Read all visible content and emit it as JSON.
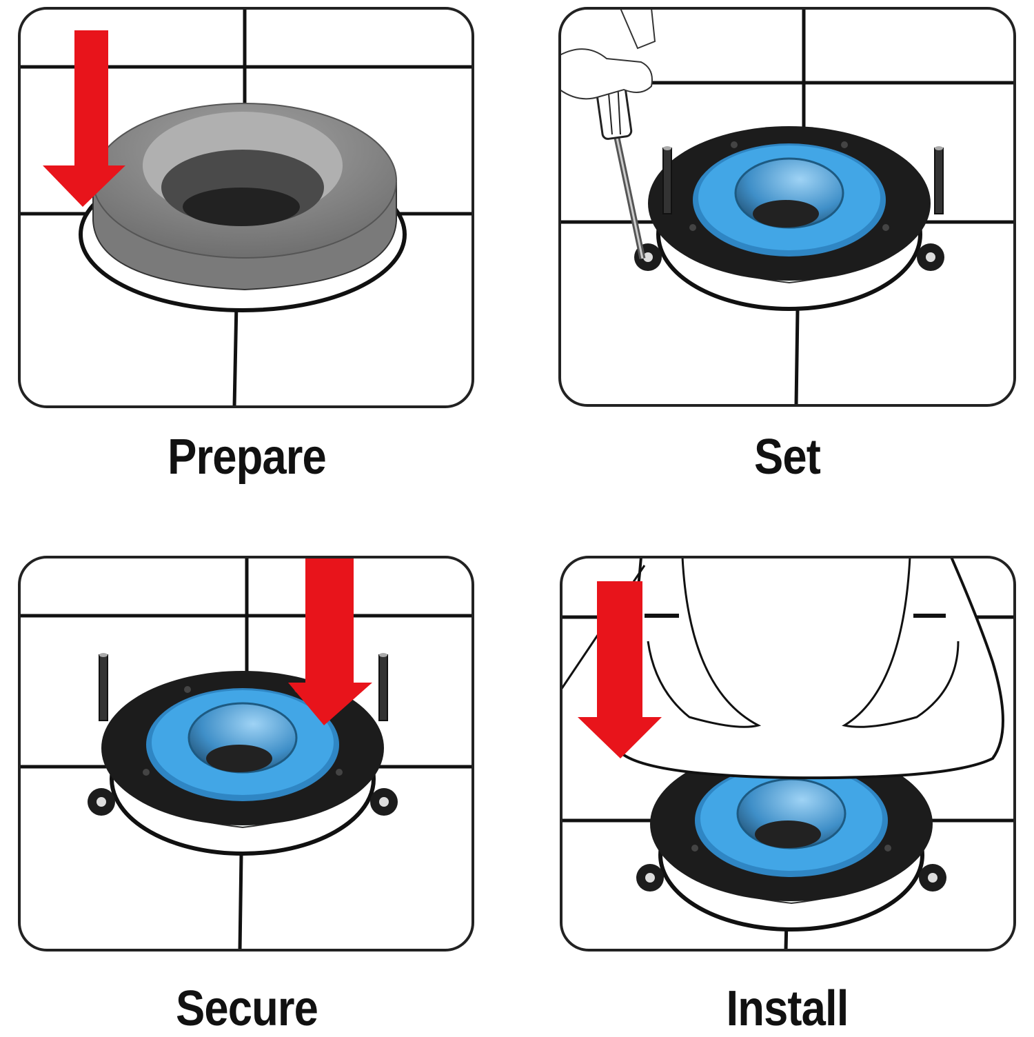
{
  "steps": [
    {
      "label": "Prepare",
      "icon": "wax-ring-placement"
    },
    {
      "label": "Set",
      "icon": "flange-screwdriver"
    },
    {
      "label": "Secure",
      "icon": "flange-press-down"
    },
    {
      "label": "Install",
      "icon": "toilet-lowering"
    }
  ],
  "colors": {
    "arrow": "#e8141b",
    "seal": "#3a9ee0",
    "flange": "#1c1c1c",
    "wax": "#8a8a8a",
    "outline": "#111111"
  }
}
